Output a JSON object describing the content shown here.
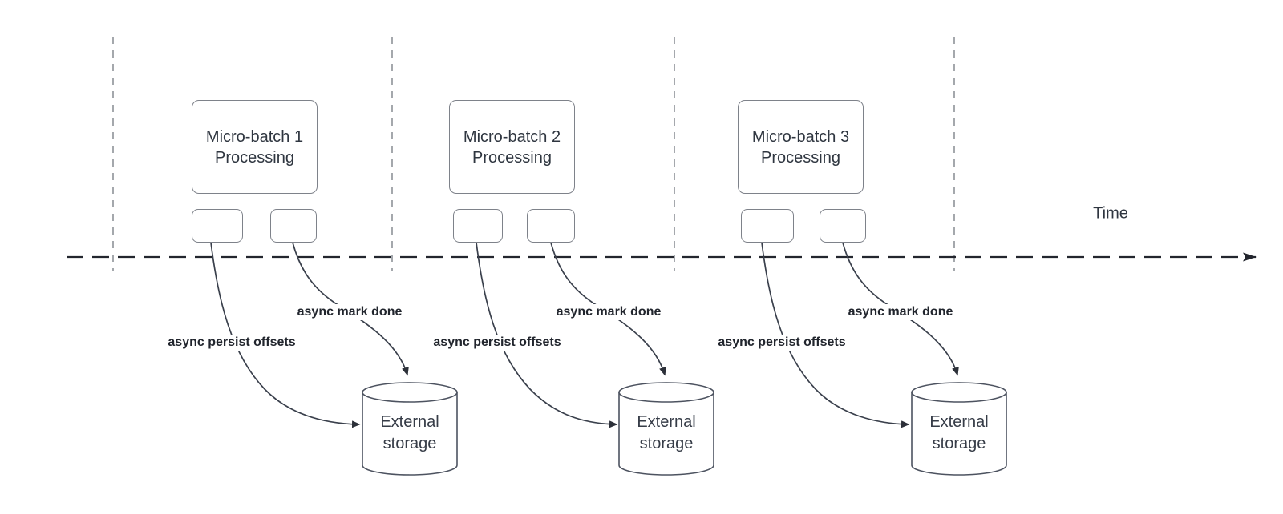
{
  "diagram": {
    "time_axis": {
      "label": "Time"
    },
    "batches": [
      {
        "title_line1": "Micro-batch 1",
        "title_line2": "Processing",
        "persist_arrow_label": "async persist offsets",
        "done_arrow_label": "async mark done",
        "storage_line1": "External",
        "storage_line2": "storage"
      },
      {
        "title_line1": "Micro-batch 2",
        "title_line2": "Processing",
        "persist_arrow_label": "async persist offsets",
        "done_arrow_label": "async mark done",
        "storage_line1": "External",
        "storage_line2": "storage"
      },
      {
        "title_line1": "Micro-batch 3",
        "title_line2": "Processing",
        "persist_arrow_label": "async persist offsets",
        "done_arrow_label": "async mark done",
        "storage_line1": "External",
        "storage_line2": "storage"
      }
    ],
    "palette": {
      "ink_text": "#2f3640",
      "arrow_line": "#3a404c",
      "axis_line": "#23262e",
      "gridline": "#9b9ea4",
      "shape_border": "#7e828a"
    }
  }
}
